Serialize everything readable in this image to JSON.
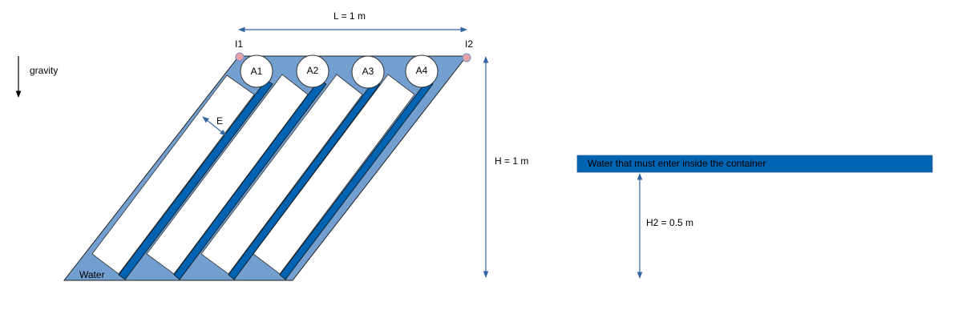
{
  "labels": {
    "length": "L = 1 m",
    "height": "H = 1 m",
    "height2": "H2 = 0.5 m",
    "gravity": "gravity",
    "thickness": "E",
    "water": "Water",
    "inlet1": "I1",
    "inlet2": "I2",
    "water_box": "Water that must enter inside the container"
  },
  "cells": [
    {
      "label": "A1"
    },
    {
      "label": "A2"
    },
    {
      "label": "A3"
    },
    {
      "label": "A4"
    }
  ],
  "colors": {
    "container_fill": "#729fcf",
    "bar_fill": "#0063b1",
    "arrow": "#3465a4",
    "inlet_fill": "#e8a2aa"
  }
}
